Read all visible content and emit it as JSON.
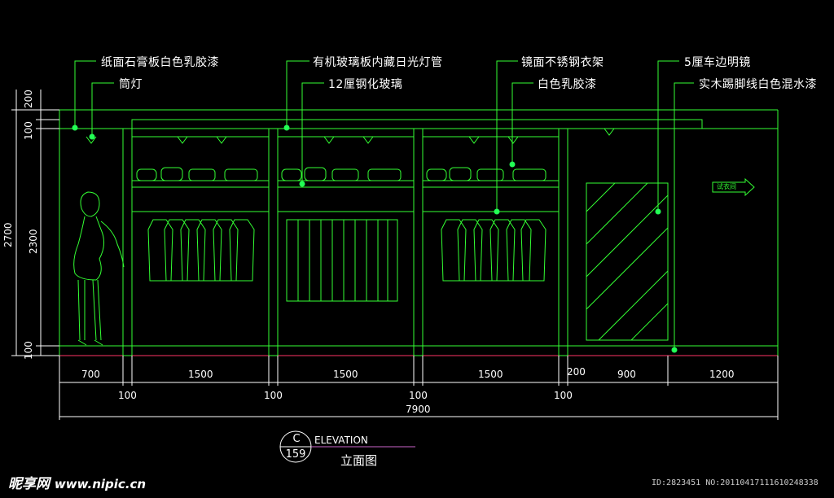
{
  "annotations": [
    {
      "id": "a1",
      "text": "纸面石膏板白色乳胶漆"
    },
    {
      "id": "a2",
      "text": "筒灯"
    },
    {
      "id": "a3",
      "text": "有机玻璃板内藏日光灯管"
    },
    {
      "id": "a4",
      "text": "12厘钢化玻璃"
    },
    {
      "id": "a5",
      "text": "镜面不锈钢衣架"
    },
    {
      "id": "a6",
      "text": "白色乳胶漆"
    },
    {
      "id": "a7",
      "text": "5厘车边明镜"
    },
    {
      "id": "a8",
      "text": "实木踢脚线白色混水漆"
    }
  ],
  "vertical_dims": {
    "total": "2700",
    "parts": [
      "200",
      "100",
      "2300",
      "100"
    ]
  },
  "horizontal_dims": {
    "row1": [
      "700",
      "1500",
      "1500",
      "1500",
      "200",
      "900",
      "1200"
    ],
    "row2": [
      "100",
      "100",
      "100",
      "100"
    ],
    "total": "7900"
  },
  "fitting_room_sign": "试衣间",
  "title_block": {
    "symbol_top": "C",
    "symbol_bottom": "159",
    "title_en": "ELEVATION",
    "title_cn": "立面图"
  },
  "watermark": {
    "site": "昵享网",
    "url": "www.nipic.cn",
    "id": "ID:2823451 NO:20110417111610248338"
  },
  "colors": {
    "background": "#000000",
    "linework": "#33ff33",
    "dimension": "#ffffff",
    "floor": "#ff3366",
    "callout_dot": "#22ff55"
  }
}
